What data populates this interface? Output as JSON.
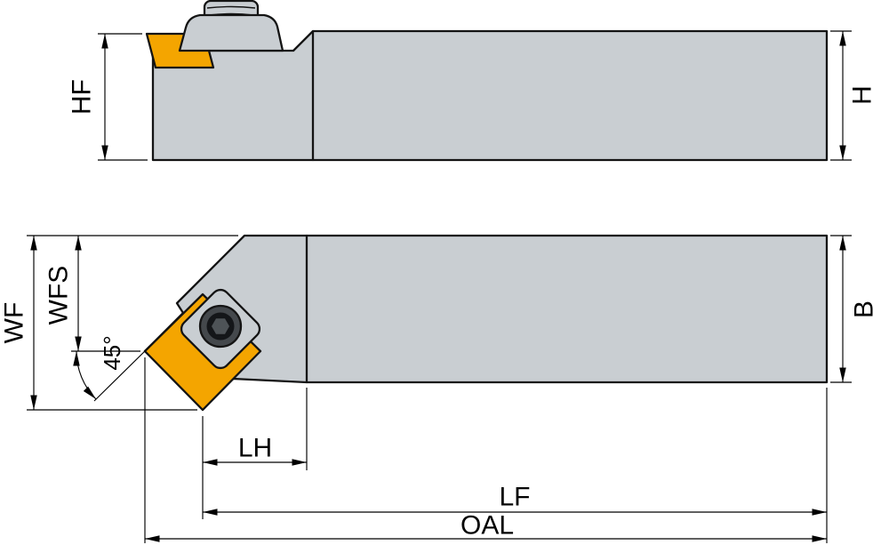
{
  "page": {
    "background": "#ffffff"
  },
  "colors": {
    "body_fill": "#c9ced2",
    "insert_fill": "#f4a500",
    "outline": "#141414",
    "dimension_line": "#000000",
    "screw_ring": "#44484c",
    "screw_bore": "#141619",
    "screw_hex": "#4e5357"
  },
  "labels": {
    "hf": "HF",
    "h": "H",
    "wf": "WF",
    "wfs": "WFS",
    "angle": "45°",
    "lh": "LH",
    "lf": "LF",
    "oal": "OAL",
    "b": "B"
  }
}
